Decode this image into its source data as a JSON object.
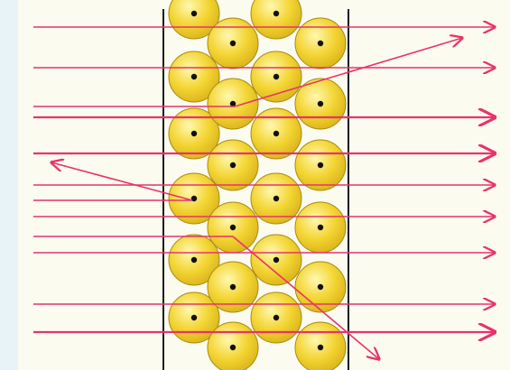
{
  "colors": {
    "background_outer": "#e8f3f8",
    "panel": "#fbfbf0",
    "foil_edge": "#1a1a1a",
    "ray": "#e8336a",
    "atom_fill": "#f3d533",
    "atom_highlight": "#fff8b0",
    "atom_edge": "#a88a10",
    "nucleus": "#111111"
  },
  "atoms": {
    "left_column": [
      15,
      85,
      148,
      220,
      288,
      352
    ],
    "mid_column": [
      48,
      115,
      183,
      252,
      318,
      385
    ],
    "right_column": [
      15,
      85,
      148,
      220,
      288,
      352
    ],
    "far_column": [
      48,
      115,
      183,
      252,
      318,
      385
    ]
  },
  "straight_ray_levels": [
    30,
    75,
    130,
    170,
    205,
    240,
    280,
    337,
    368
  ],
  "deflected_ray_count": 3
}
